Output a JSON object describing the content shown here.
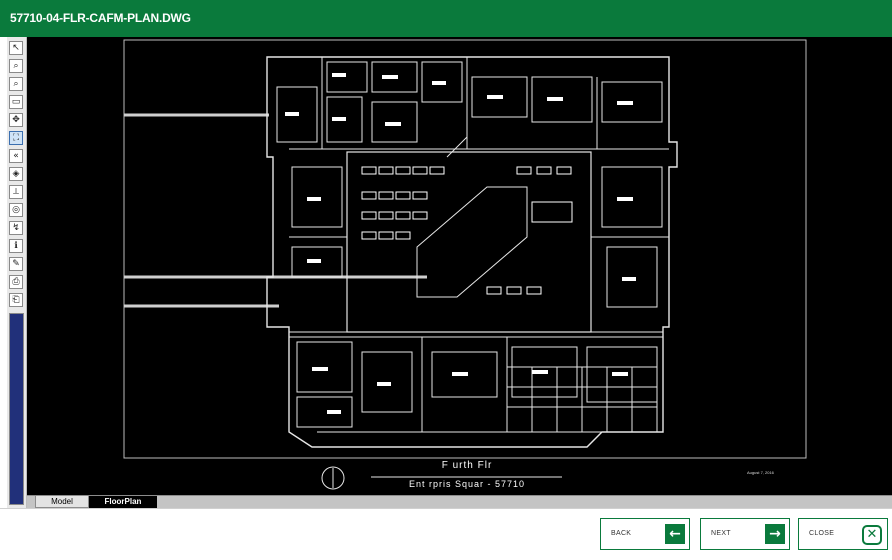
{
  "window": {
    "title": "57710-04-FLR-CAFM-PLAN.DWG"
  },
  "toolbar": {
    "tools": [
      {
        "name": "select-tool-icon",
        "glyph": "↖"
      },
      {
        "name": "zoom-in-tool-icon",
        "glyph": "⌕"
      },
      {
        "name": "zoom-out-tool-icon",
        "glyph": "⌕"
      },
      {
        "name": "zoom-window-tool-icon",
        "glyph": "▭"
      },
      {
        "name": "pan-tool-icon",
        "glyph": "✥"
      },
      {
        "name": "fit-view-tool-icon",
        "glyph": "⛶"
      },
      {
        "name": "previous-view-tool-icon",
        "glyph": "«"
      },
      {
        "name": "layers-tool-icon",
        "glyph": "◈"
      },
      {
        "name": "measure-tool-icon",
        "glyph": "⟂"
      },
      {
        "name": "target-tool-icon",
        "glyph": "◎"
      },
      {
        "name": "markup-tool-icon",
        "glyph": "↯"
      },
      {
        "name": "info-tool-icon",
        "glyph": "ℹ"
      },
      {
        "name": "pencil-tool-icon",
        "glyph": "✎"
      },
      {
        "name": "print-tool-icon",
        "glyph": "⎙"
      },
      {
        "name": "page-tool-icon",
        "glyph": "⎗"
      }
    ]
  },
  "drawing": {
    "title_line1": "F  urth Flr",
    "title_line2": "Ent rpris  Squar  - 57710",
    "date": "August 7, 2016"
  },
  "tabs": {
    "model": "Model",
    "floorplan": "FloorPlan"
  },
  "buttons": {
    "back": "BACK",
    "next": "NEXT",
    "close": "CLOSE"
  },
  "icons": {
    "back": "arrow-left-icon",
    "next": "arrow-right-icon",
    "close": "close-icon"
  },
  "colors": {
    "accent": "#0a7a3c",
    "canvas": "#000000",
    "scroll": "#21307a"
  }
}
